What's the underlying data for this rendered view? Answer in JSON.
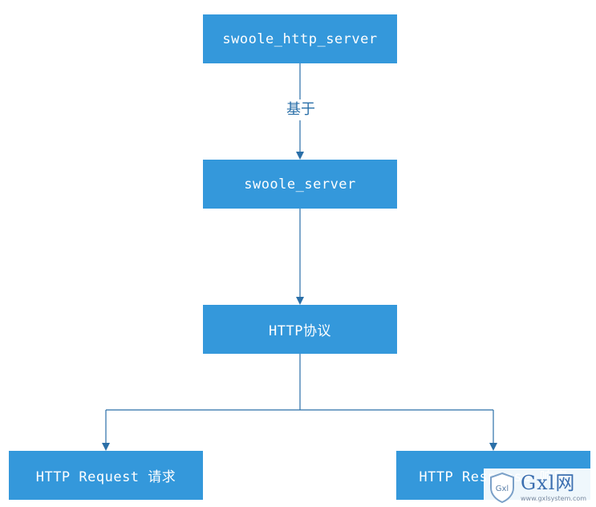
{
  "nodes": {
    "swoole_http_server": "swoole_http_server",
    "swoole_server": "swoole_server",
    "http_protocol": "HTTP协议",
    "http_request": "HTTP Request 请求",
    "http_response": "HTTP Response 响应"
  },
  "edges": {
    "based_on_label": "基于"
  },
  "watermark": {
    "badge": "Gxl",
    "brand": "Gxl网",
    "url": "www.gxlsystem.com"
  },
  "colors": {
    "node_fill": "#3498db",
    "node_text": "#ffffff",
    "connector": "#2a6fa8",
    "label_text": "#2a6fa8"
  }
}
